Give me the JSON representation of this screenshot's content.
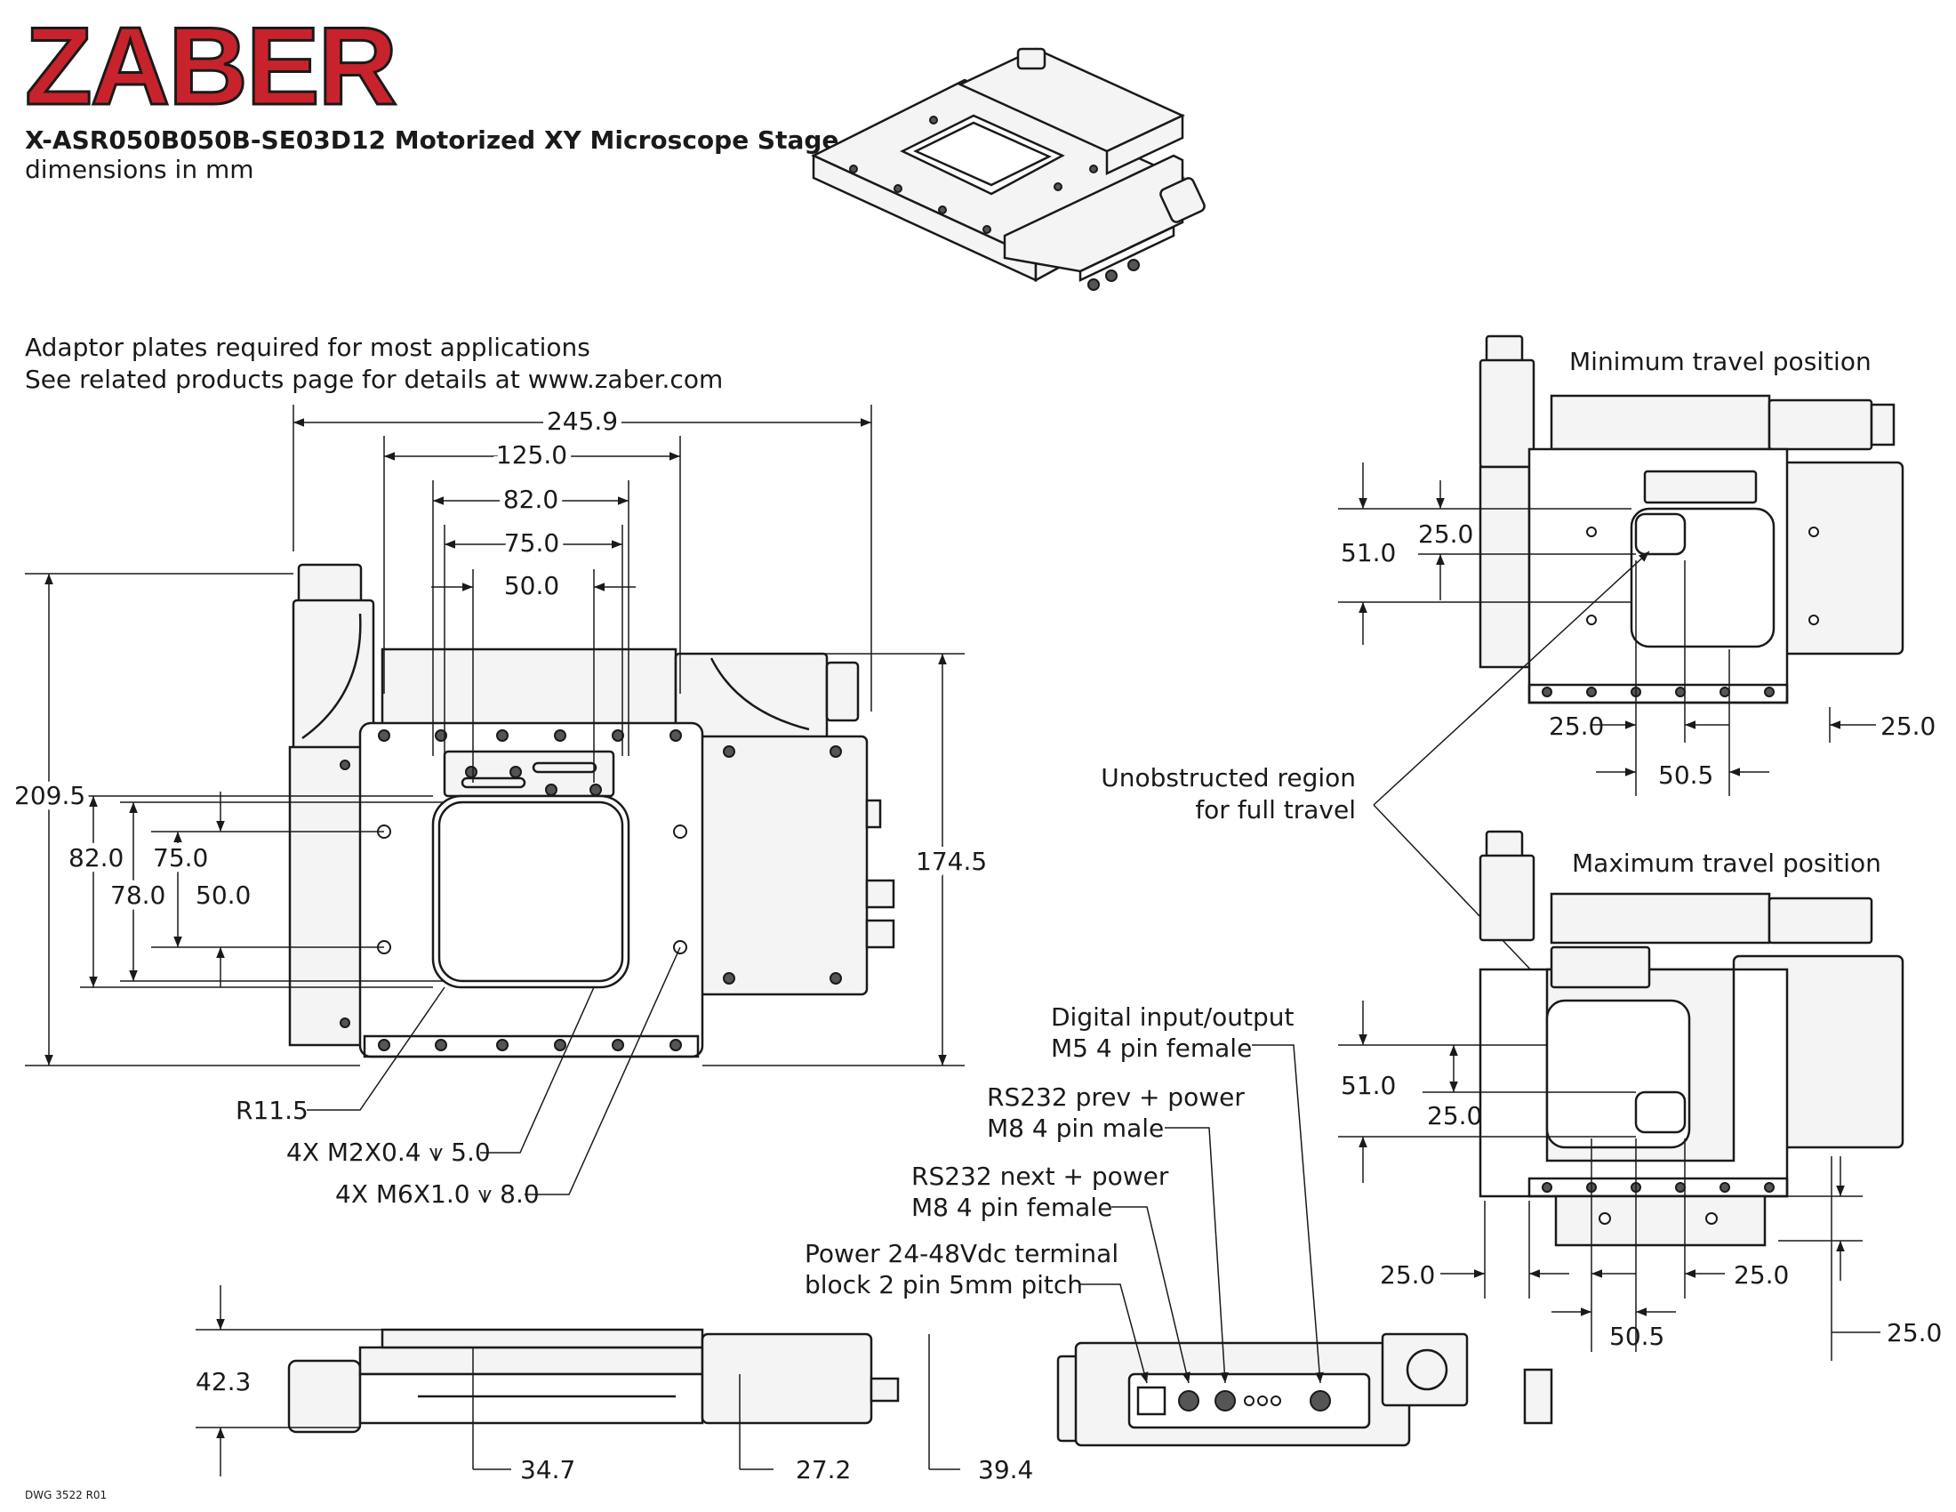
{
  "logo": "ZABER",
  "title": "X-ASR050B050B-SE03D12 Motorized XY Microscope Stage",
  "subtitle": "dimensions in mm",
  "note_line1": "Adaptor plates required for most applications",
  "note_line2": "See related products page for details at www.zaber.com",
  "top_view": {
    "dims": {
      "overall_width": "245.9",
      "plate_hole_span": "125.0",
      "span_82": "82.0",
      "span_75": "75.0",
      "span_50": "50.0",
      "overall_height": "209.5",
      "v_82": "82.0",
      "v_75": "75.0",
      "v_78": "78.0",
      "v_50": "50.0",
      "base_height": "174.5"
    },
    "callouts": {
      "radius": "R11.5",
      "m2_holes": "4X M2X0.4 ⩛ 5.0",
      "m6_holes": "4X M6X1.0 ⩛ 8.0"
    }
  },
  "min_view": {
    "label": "Minimum travel position",
    "dims": {
      "v51": "51.0",
      "v25": "25.0",
      "h25_left": "25.0",
      "h25_right": "25.0",
      "h50_5": "50.5"
    }
  },
  "max_view": {
    "label": "Maximum travel position",
    "dims": {
      "v51": "51.0",
      "v25": "25.0",
      "h25_left": "25.0",
      "h25_right": "25.0",
      "h25_far": "25.0",
      "h50_5": "50.5"
    }
  },
  "region_label_1": "Unobstructed region",
  "region_label_2": "for full travel",
  "side_view": {
    "dims": {
      "height": "42.3",
      "d1": "34.7",
      "d2": "27.2",
      "d3": "39.4"
    }
  },
  "connectors": {
    "dio_1": "Digital input/output",
    "dio_2": "M5 4 pin female",
    "prev_1": "RS232 prev + power",
    "prev_2": "M8 4 pin male",
    "next_1": "RS232 next + power",
    "next_2": "M8 4 pin female",
    "power_1": "Power 24-48Vdc terminal",
    "power_2": "block 2 pin 5mm pitch"
  },
  "dwg_number": "DWG 3522 R01",
  "colors": {
    "brand_red": "#c8232c",
    "line": "#1a1a1a"
  }
}
